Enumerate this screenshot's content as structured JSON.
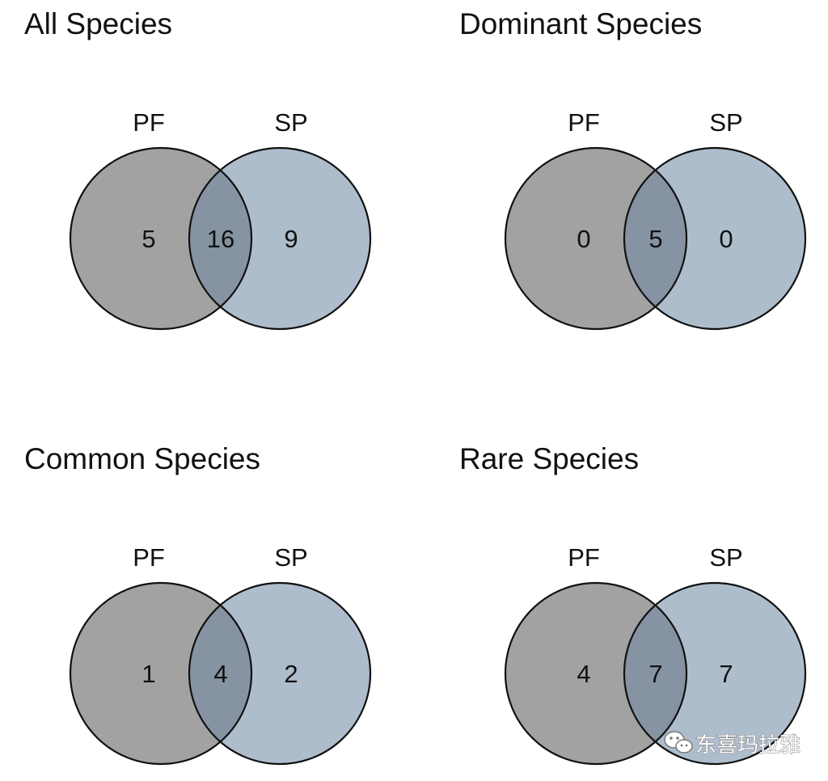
{
  "panels": [
    {
      "title": "All Species",
      "sets": {
        "left": "PF",
        "right": "SP"
      },
      "counts": {
        "left_only": "5",
        "overlap": "16",
        "right_only": "9"
      }
    },
    {
      "title": "Dominant Species",
      "sets": {
        "left": "PF",
        "right": "SP"
      },
      "counts": {
        "left_only": "0",
        "overlap": "5",
        "right_only": "0"
      }
    },
    {
      "title": "Common Species",
      "sets": {
        "left": "PF",
        "right": "SP"
      },
      "counts": {
        "left_only": "1",
        "overlap": "4",
        "right_only": "2"
      }
    },
    {
      "title": "Rare Species",
      "sets": {
        "left": "PF",
        "right": "SP"
      },
      "counts": {
        "left_only": "4",
        "overlap": "7",
        "right_only": "7"
      }
    }
  ],
  "colors": {
    "left_fill": "#a2a2a2",
    "right_fill": "#aebdcc",
    "overlap_fill": "#8593a3",
    "stroke": "#111111"
  },
  "watermark": {
    "text": "东喜玛拉雅",
    "icon": "wechat-icon"
  }
}
